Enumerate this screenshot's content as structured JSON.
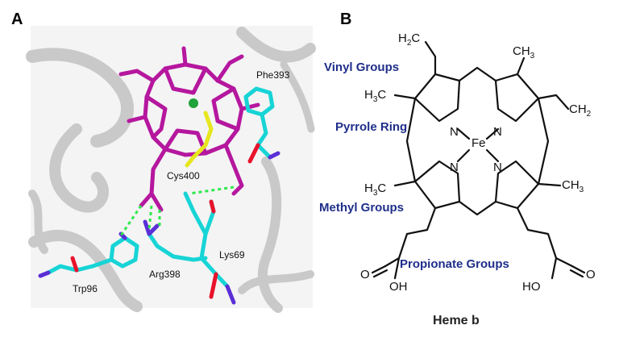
{
  "panels": {
    "a": {
      "letter": "A",
      "residues": {
        "phe": "Phe393",
        "cys": "Cys400",
        "lys": "Lys69",
        "trp": "Trp96",
        "arg": "Arg398"
      }
    },
    "b": {
      "letter": "B",
      "labels": {
        "vinyl": "Vinyl Groups",
        "pyrrole": "Pyrrole Ring",
        "methyl": "Methyl Groups",
        "propionate": "Propionate Groups"
      },
      "atoms": {
        "fe": "Fe",
        "n": "N",
        "o": "O",
        "oh": "OH",
        "ho": "HO",
        "h2c": "H",
        "h2c_sub": "2",
        "h2c_c": "C",
        "ch3_c": "CH",
        "ch3_sub": "3",
        "h3c_h": "H",
        "h3c_sub": "3",
        "h3c_c": "C",
        "ch2_c": "CH",
        "ch2_sub": "2"
      },
      "caption": "Heme b"
    }
  },
  "colors": {
    "heme": "#b5179e",
    "carbon_residue": "#17d4d6",
    "nitrogen": "#5a2fd6",
    "oxygen": "#e8132b",
    "sulfur": "#e6e61e",
    "iron": "#1fa33a",
    "hbond": "#2ee84a",
    "ribbon": "#c8c8c8",
    "label_blue": "#1f2f8a"
  }
}
